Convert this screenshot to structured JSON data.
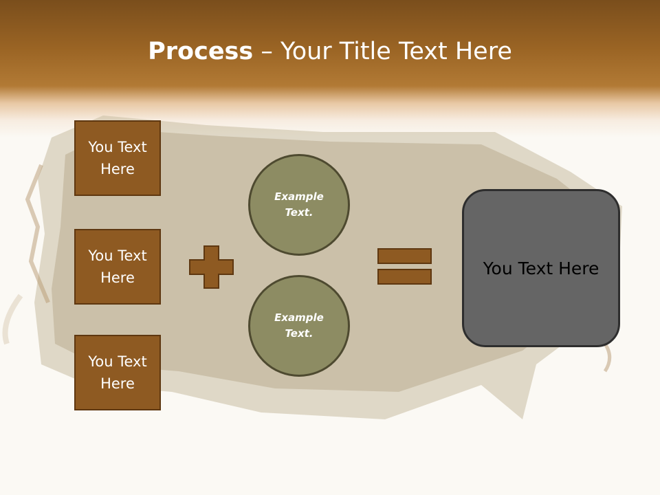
{
  "slide": {
    "title_bold": "Process",
    "title_rest": " – Your Title Text Here",
    "input_boxes": [
      {
        "label": "You Text Here"
      },
      {
        "label": "You Text Here"
      },
      {
        "label": "You Text Here"
      }
    ],
    "circles": [
      {
        "label": "Example Text."
      },
      {
        "label": "Example Text."
      }
    ],
    "result_box": {
      "label": "You Text Here"
    }
  },
  "colors": {
    "header_brown": "#9a6424",
    "box_fill": "#8e5a22",
    "circle_fill": "#8d8c63",
    "result_fill": "#656565"
  },
  "icons": [
    "plus-icon",
    "equals-icon"
  ]
}
